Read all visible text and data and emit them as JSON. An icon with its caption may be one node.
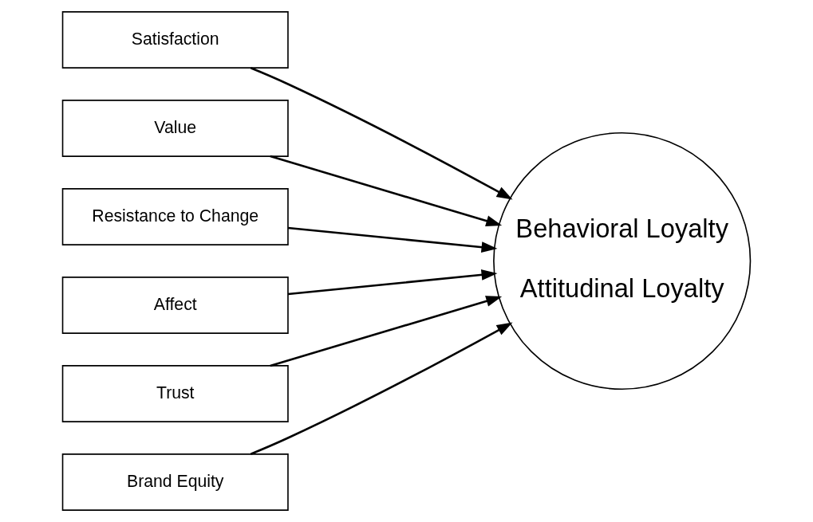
{
  "diagram": {
    "nodes": [
      {
        "text": [
          "Satisfaction"
        ]
      },
      {
        "text": [
          "Value"
        ]
      },
      {
        "text": [
          "Resistance to Change"
        ]
      },
      {
        "text": [
          "Affect"
        ]
      },
      {
        "text": [
          "Trust"
        ]
      },
      {
        "text": [
          "Brand Equity"
        ]
      },
      {
        "text": [
          "Behavioral Loyalty",
          "Attitudinal Loyalty"
        ]
      }
    ],
    "edges": [
      {
        "from": 0,
        "to": 6,
        "arrow": "to"
      },
      {
        "from": 1,
        "to": 6,
        "arrow": "to"
      },
      {
        "from": 2,
        "to": 6,
        "arrow": "to"
      },
      {
        "from": 3,
        "to": 6,
        "arrow": "to"
      },
      {
        "from": 4,
        "to": 6,
        "arrow": "to"
      },
      {
        "from": 5,
        "to": 6,
        "arrow": "to"
      }
    ]
  }
}
